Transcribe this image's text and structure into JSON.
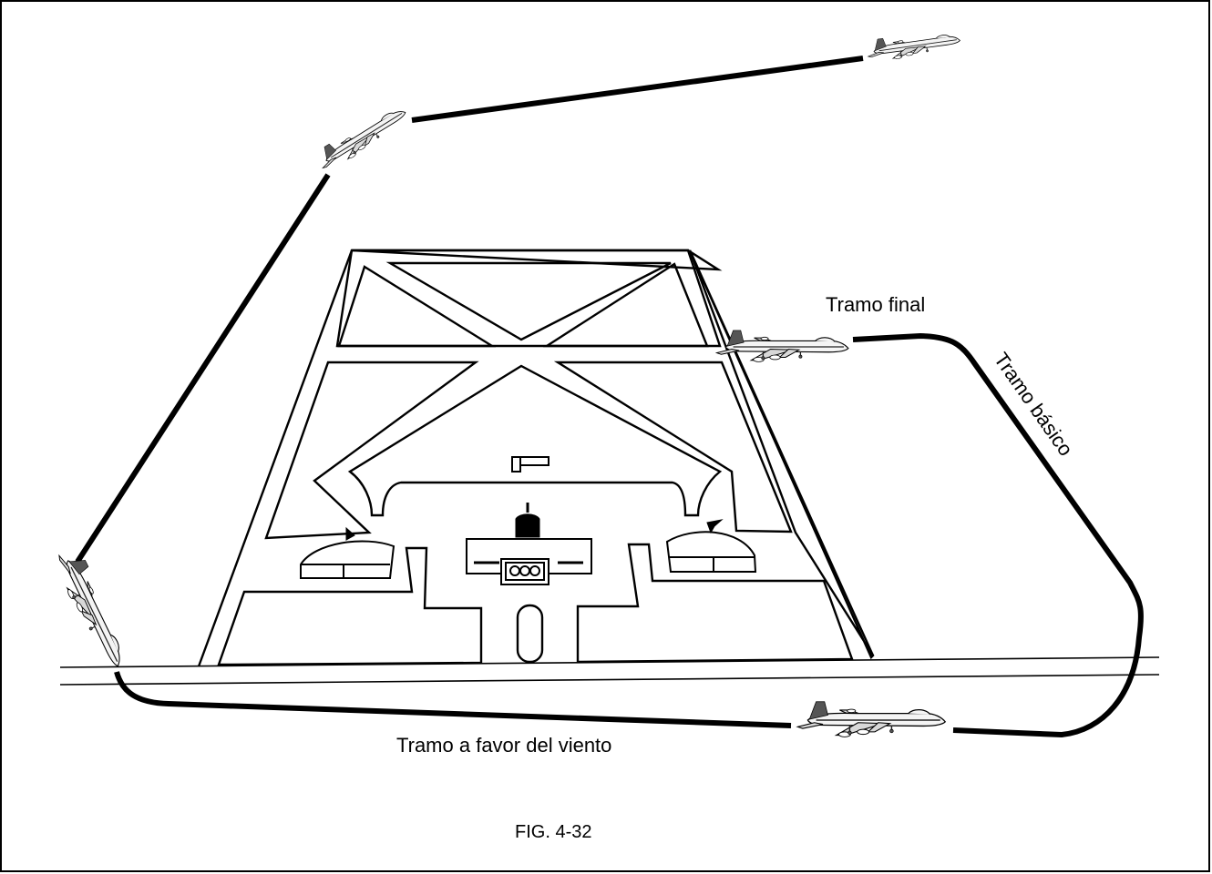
{
  "diagram": {
    "labels": {
      "final_leg": "Tramo final",
      "base_leg": "Tramo básico",
      "downwind_leg": "Tramo a favor del viento",
      "figure_caption": "FIG. 4-32"
    },
    "icons": [
      "airplane-icon",
      "control-tower-icon",
      "hangar-icon",
      "wind-tee-icon"
    ],
    "colors": {
      "line": "#000000",
      "background": "#ffffff",
      "aircraft_fill": "#f4f4f4"
    }
  }
}
